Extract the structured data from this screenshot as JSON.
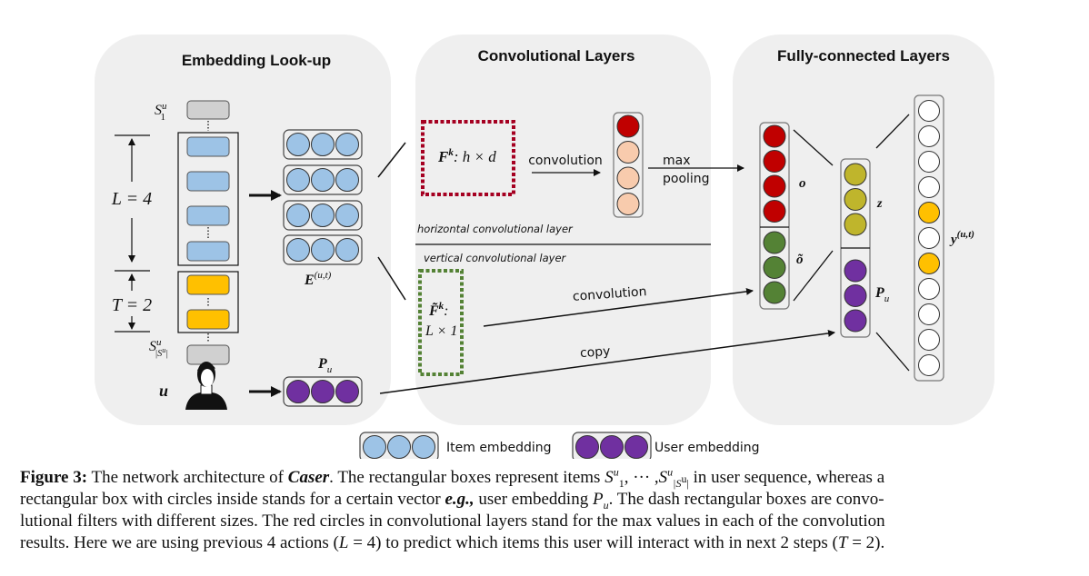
{
  "panels": {
    "embedding": {
      "title": "Embedding Look-up"
    },
    "convolutional": {
      "title": "Convolutional Layers"
    },
    "fully_connected": {
      "title": "Fully-connected Layers"
    }
  },
  "embedding_panel": {
    "first_item_label": "S",
    "first_item_sup": "u",
    "first_item_sub": "1",
    "last_item_label": "S",
    "last_item_sup": "u",
    "last_item_sub": "|S",
    "last_item_sub_sup": "u",
    "last_item_sub_close": "|",
    "L_label": "L = 4",
    "T_label": "T = 2",
    "embedding_matrix_label": "E",
    "embedding_matrix_sup": "(u,t)",
    "user_label": "u",
    "user_embedding_label": "P",
    "user_embedding_sub": "u",
    "L_items": 4,
    "T_items": 2,
    "embedding_rows": 4
  },
  "conv_panel": {
    "horizontal_filter_label": "F",
    "horizontal_filter_sup": "k",
    "horizontal_filter_dims": ": h × d",
    "convolution_label": "convolution",
    "max_pooling_label_1": "max",
    "max_pooling_label_2": "pooling",
    "horizontal_layer_label": "horizontal convolutional layer",
    "vertical_layer_label": "vertical convolutional layer",
    "vertical_filter_label": "F̃",
    "vertical_filter_sup": "k",
    "vertical_filter_colon": ":",
    "vertical_filter_dims": "L × 1",
    "vertical_convolution_label": "convolution",
    "copy_label": "copy",
    "conv_output_circles": [
      "max",
      "normal",
      "normal",
      "normal"
    ]
  },
  "fc_panel": {
    "o_label": "o",
    "o_tilde_label": "õ",
    "z_label": "z",
    "pu_label": "P",
    "pu_sub": "u",
    "y_label": "y",
    "y_sup": "(u,t)",
    "o_count": 4,
    "o_tilde_count": 3,
    "z_count": 3,
    "pu_count": 3,
    "y_outputs": [
      false,
      false,
      false,
      false,
      true,
      false,
      true,
      false,
      false,
      false,
      false
    ]
  },
  "legend": {
    "item_embedding_label": "Item embedding",
    "user_embedding_label": "User embedding"
  },
  "colors": {
    "panel_bg": "#efefef",
    "item_seq_gray": "#d0d0d0",
    "item_blue": "#9dc3e6",
    "target_orange": "#ffc000",
    "user_purple": "#7030a0",
    "max_red": "#c00000",
    "conv_peach": "#f8cbad",
    "vertical_green": "#548235",
    "z_olive": "#bfb52c",
    "output_white": "#ffffff",
    "horizontal_filter_border": "#a50021",
    "vertical_filter_border": "#548235"
  },
  "caption": {
    "figure_label": "Figure 3:",
    "line1_a": " The network architecture of ",
    "line1_caser": "Caser",
    "line1_b": ". The rectangular boxes represent items ",
    "line1_s1": "S",
    "line1_s1_sup": "u",
    "line1_s1_sub": "1",
    "line1_dots": ", ··· ,",
    "line1_sn": "S",
    "line1_sn_sup": "u",
    "line1_sn_sub": "|S",
    "line1_sn_sub_sup": "u",
    "line1_sn_sub_close": "|",
    "line1_c": " in user sequence, whereas a",
    "line2_a": "rectangular box with circles inside stands for a certain vector ",
    "line2_eg": "e.g.,",
    "line2_b": " user embedding ",
    "line2_p": "P",
    "line2_p_sub": "u",
    "line2_c": ". The dash rectangular boxes are convo-",
    "line3": "lutional filters with different sizes. The red circles in convolutional layers stand for the max values in each of the convolution",
    "line4_a": "results. Here we are using previous 4 actions (",
    "line4_L": "L",
    "line4_b": " = 4) to predict which items this user will interact with in next 2 steps (",
    "line4_T": "T",
    "line4_c": " = 2)."
  }
}
